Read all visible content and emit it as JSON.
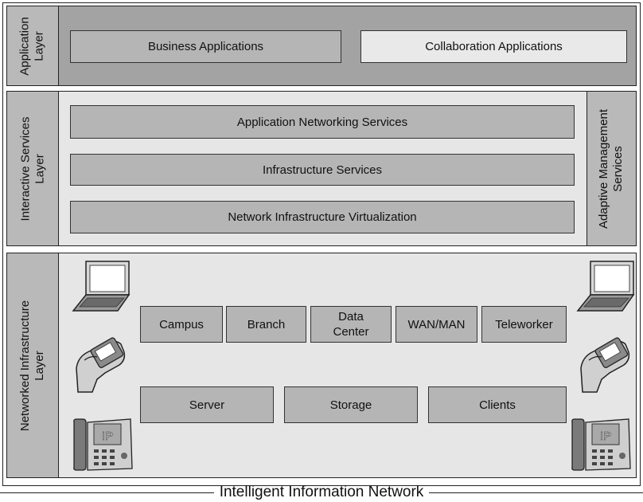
{
  "layers": {
    "application": {
      "label_lines": [
        "Application",
        "Layer"
      ],
      "boxes": [
        "Business Applications",
        "Collaboration Applications"
      ]
    },
    "interactive_services": {
      "label_lines": [
        "Interactive Services",
        "Layer"
      ],
      "boxes": [
        "Application Networking Services",
        "Infrastructure Services",
        "Network Infrastructure Virtualization"
      ],
      "right_label_lines": [
        "Adaptive Management",
        "Services"
      ]
    },
    "networked_infrastructure": {
      "label_lines": [
        "Networked Infrastructure",
        "Layer"
      ],
      "top_row": [
        "Campus",
        "Branch",
        "Data Center",
        "WAN/MAN",
        "Teleworker"
      ],
      "bottom_row": [
        "Server",
        "Storage",
        "Clients"
      ],
      "devices": {
        "icon_names": [
          "laptop-icon",
          "pda-icon",
          "ip-phone-icon"
        ],
        "phone_text": "IP"
      }
    }
  },
  "footer": {
    "title": "Intelligent Information Network"
  },
  "colors": {
    "band_fill": "#a3a3a3",
    "light_fill": "#e6e6e6",
    "box_fill": "#bdbdbd"
  }
}
